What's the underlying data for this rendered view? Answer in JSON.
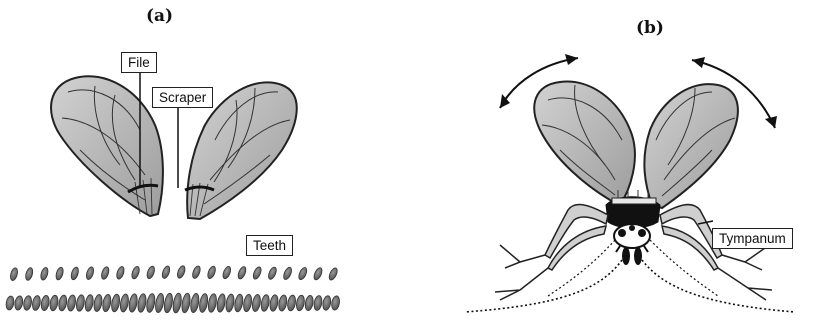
{
  "panel_a": {
    "label": "(a)",
    "callouts": {
      "file": "File",
      "scraper": "Scraper",
      "teeth": "Teeth"
    }
  },
  "panel_b": {
    "label": "(b)",
    "callouts": {
      "tympanum": "Tympanum"
    }
  },
  "colors": {
    "wing_fill": "#b9b9b9",
    "wing_outline": "#222222",
    "teeth_fill": "#6d6d6d",
    "body_black": "#111111"
  }
}
